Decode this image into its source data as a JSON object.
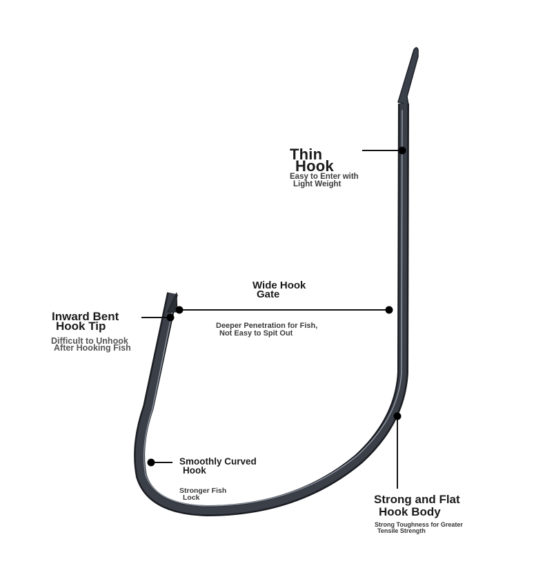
{
  "colors": {
    "background": "#ffffff",
    "hook_metal": "#2c3038",
    "hook_highlight": "#6d7480",
    "leader_line": "#111111",
    "text": "#1a1a1a"
  },
  "callouts": {
    "thin_hook": {
      "title_line1": "Thin",
      "title_line2": "Hook",
      "desc_line1": "Easy to Enter with",
      "desc_line2": "Light Weight"
    },
    "wide_gate": {
      "title_line1": "Wide Hook",
      "title_line2": "Gate",
      "desc_line1": "Deeper Penetration for Fish,",
      "desc_line2": "Not Easy to Spit Out"
    },
    "inward_tip": {
      "title_line1": "Inward Bent",
      "title_line2": "Hook Tip",
      "desc_line1": "Difficult to Unhook",
      "desc_line2": "After Hooking Fish"
    },
    "curved_hook": {
      "title_line1": "Smoothly Curved",
      "title_line2": "Hook",
      "desc_line1": "Stronger Fish",
      "desc_line2": "Lock"
    },
    "flat_body": {
      "title_line1": "Strong and Flat",
      "title_line2": "Hook Body",
      "desc_line1": "Strong Toughness for Greater",
      "desc_line2": "Tensile Strength"
    }
  }
}
